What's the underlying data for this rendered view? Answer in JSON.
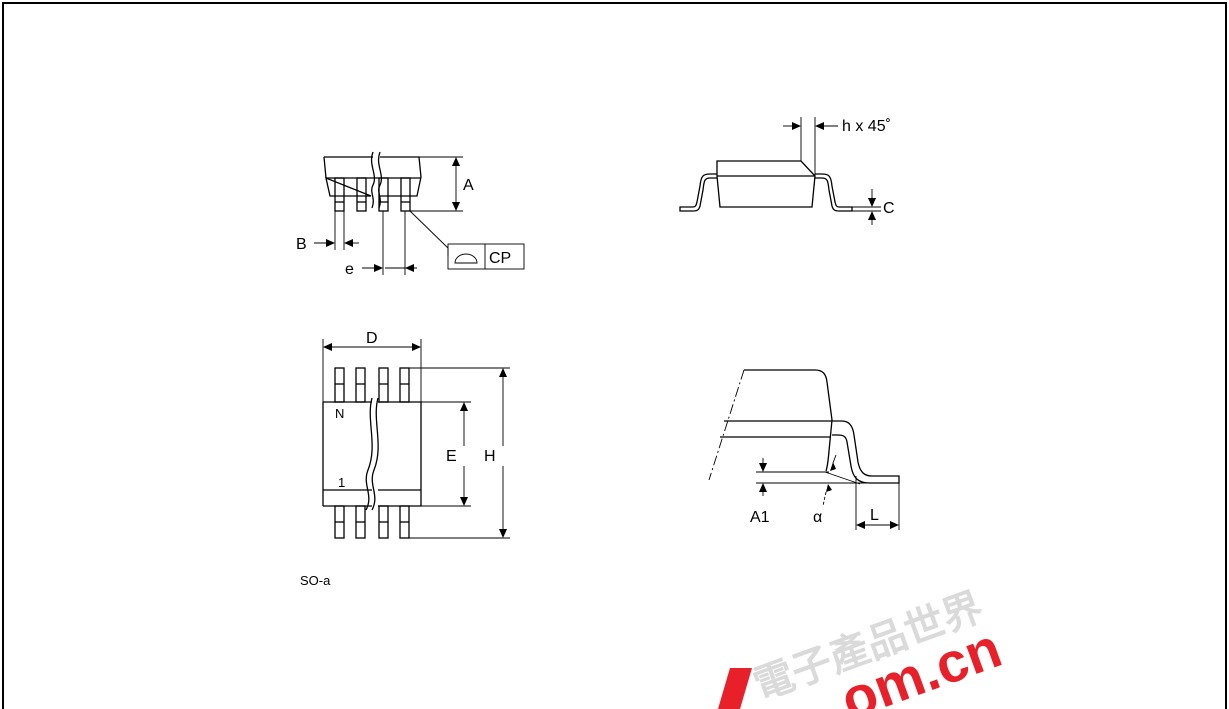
{
  "dimensions": {
    "A": "A",
    "B": "B",
    "e": "e",
    "CP": "CP",
    "h45": "h x 45˚",
    "C": "C",
    "D": "D",
    "E": "E",
    "H": "H",
    "pin_n": "N",
    "pin_1": "1",
    "A1": "A1",
    "alpha": "α",
    "L": "L"
  },
  "caption": "SO-a",
  "watermark": {
    "chinese": "電子產品世界",
    "latin": "om.cn",
    "color": "#e8202a"
  },
  "icons": {
    "coplanarity_symbol": "coplanarity-icon"
  }
}
